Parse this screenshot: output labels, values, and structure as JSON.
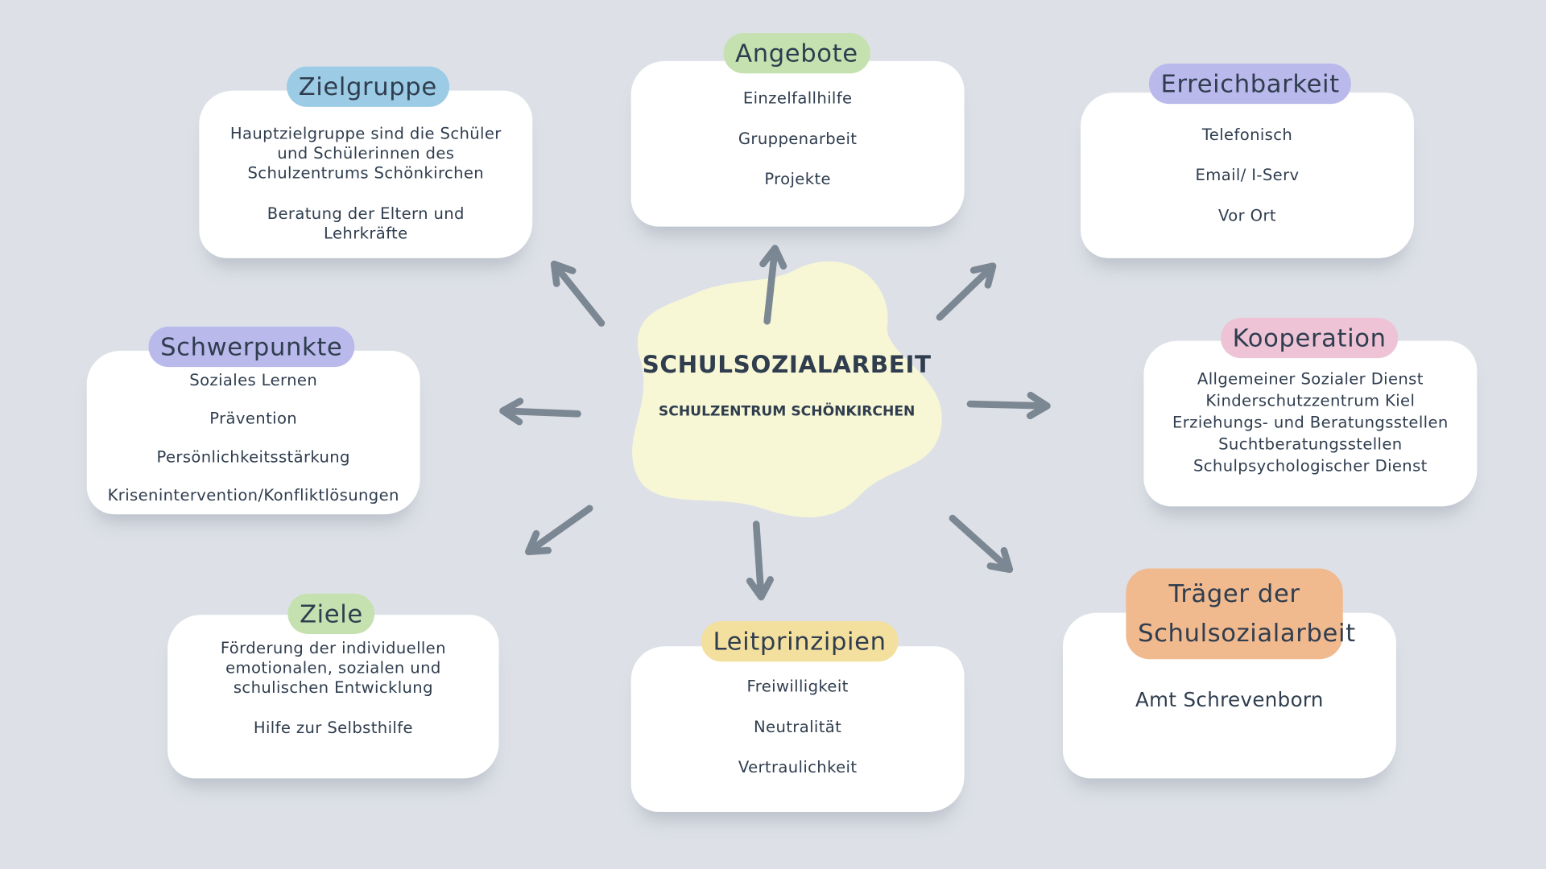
{
  "center": {
    "title": "SCHULSOZIALARBEIT",
    "subtitle": "SCHULZENTRUM SCHÖNKIRCHEN",
    "blob_color": "#f7f7d6"
  },
  "colors": {
    "background": "#dde1e7",
    "arrow": "#7b8793",
    "text": "#2f3d4e"
  },
  "cards": [
    {
      "title": "Zielgruppe",
      "color": "#9ccbe6",
      "items": [
        "Hauptzielgruppe sind die Schüler und Schülerinnen des Schulzentrums Schönkirchen",
        "Beratung der Eltern und Lehrkräfte"
      ]
    },
    {
      "title": "Angebote",
      "color": "#c5e1b0",
      "items": [
        "Einzelfallhilfe",
        "Gruppenarbeit",
        "Projekte"
      ]
    },
    {
      "title": "Erreichbarkeit",
      "color": "#b9b9ec",
      "items": [
        "Telefonisch",
        "Email/ I-Serv",
        "Vor Ort"
      ]
    },
    {
      "title": "Schwerpunkte",
      "color": "#b9b9ec",
      "items": [
        "Soziales Lernen",
        "Prävention",
        "Persönlichkeitsstärkung",
        "Krisenintervention/Konfliktlösungen"
      ]
    },
    {
      "title": "Kooperation",
      "color": "#eec3d6",
      "items": [
        "Allgemeiner Sozialer Dienst",
        "Kinderschutzzentrum Kiel",
        "Erziehungs- und Beratungsstellen",
        "Suchtberatungsstellen",
        "Schulpsychologischer Dienst"
      ]
    },
    {
      "title": "Ziele",
      "color": "#c5e1b0",
      "items": [
        "Förderung der individuellen emotionalen, sozialen und schulischen Entwicklung",
        "Hilfe zur Selbsthilfe"
      ]
    },
    {
      "title": "Leitprinzipien",
      "color": "#f3df9e",
      "items": [
        "Freiwilligkeit",
        "Neutralität",
        "Vertraulichkeit"
      ]
    },
    {
      "title": "Träger der Schulsozialarbeit",
      "color": "#f1b98e",
      "items": [
        "Amt Schrevenborn"
      ]
    }
  ]
}
